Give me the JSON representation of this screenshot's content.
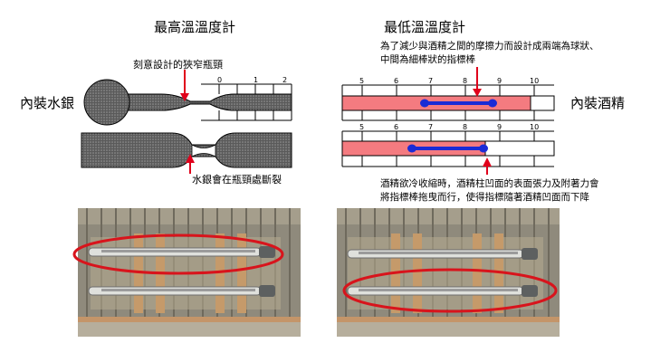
{
  "left": {
    "title": "最高溫溫度計",
    "callout_top": "刻意設計的狹窄瓶頸",
    "side_label": "內裝水銀",
    "callout_bottom": "水銀會在瓶頸處斷裂",
    "scale_labels": [
      "0",
      "1",
      "2"
    ]
  },
  "right": {
    "title": "最低溫溫度計",
    "callout_top_lines": [
      "為了減少與酒精之間的摩擦力而設計成兩端為球狀、",
      "中間為細棒狀的指標棒"
    ],
    "side_label": "內裝酒精",
    "callout_bottom_lines": [
      "酒精欲冷收縮時，酒精柱凹面的表面張力及附著力會",
      "將指標棒拖曳而行，使得指標隨著酒精凹面而下降"
    ],
    "scale_top": [
      "5",
      "6",
      "7",
      "8",
      "9",
      "10"
    ],
    "scale_bottom": [
      "5",
      "6",
      "7",
      "8",
      "9",
      "10"
    ]
  },
  "colors": {
    "arrow": "#e0001b",
    "alcohol": "#f47b80",
    "index_rod": "#1a2bd6",
    "ellipse": "#d8141c",
    "mercury_fill": "#707070"
  }
}
